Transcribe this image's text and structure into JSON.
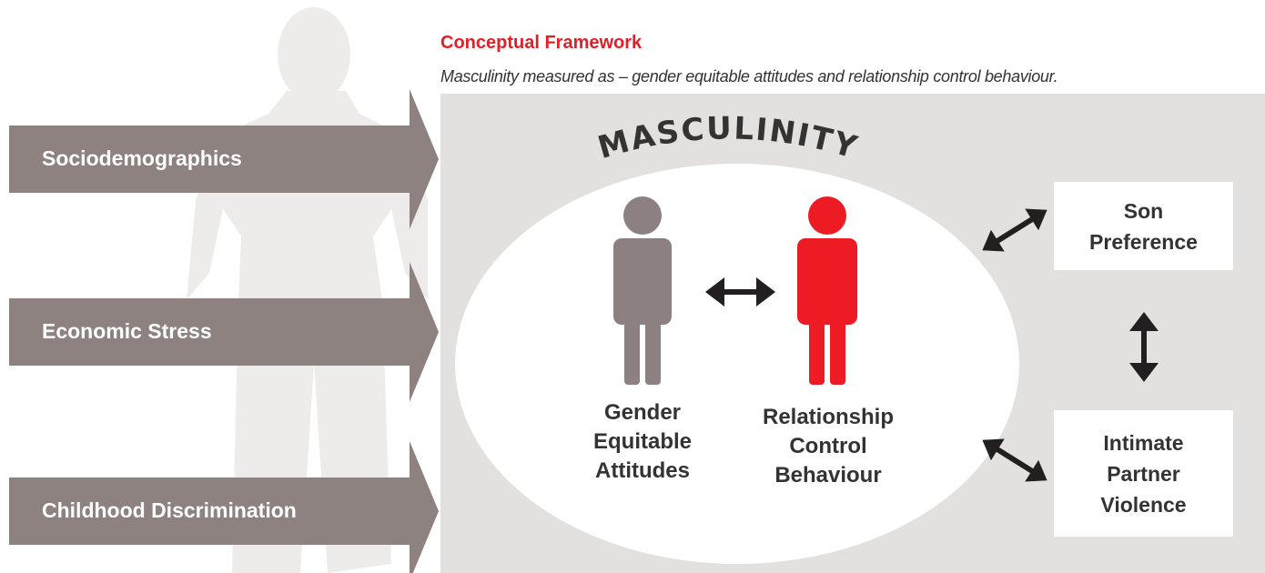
{
  "page": {
    "subtitle_partial_top": "...p... ... ... ...p... ... ...g... ... ... ...p...",
    "title": "Conceptual Framework",
    "subtitle": "Masculinity measured as – gender equitable attitudes and relationship control behaviour."
  },
  "factors": [
    {
      "label": "Sociodemographics"
    },
    {
      "label": "Economic Stress"
    },
    {
      "label": "Childhood Discrimination"
    }
  ],
  "masculinity": {
    "heading": "MASCULINITY",
    "left_figure": {
      "line1": "Gender",
      "line2": "Equitable",
      "line3": "Attitudes",
      "color": "#8c8180"
    },
    "right_figure": {
      "line1": "Relationship",
      "line2": "Control",
      "line3": "Behaviour",
      "color": "#ed1c24"
    }
  },
  "outcomes": {
    "son_preference": {
      "line1": "Son",
      "line2": "Preference"
    },
    "ipv": {
      "line1": "Intimate",
      "line2": "Partner",
      "line3": "Violence"
    }
  },
  "colors": {
    "accent_red": "#e41e26",
    "arrow_fill": "#8e8280",
    "panel_bg": "#e3e1df",
    "silhouette": "#eeecea"
  }
}
